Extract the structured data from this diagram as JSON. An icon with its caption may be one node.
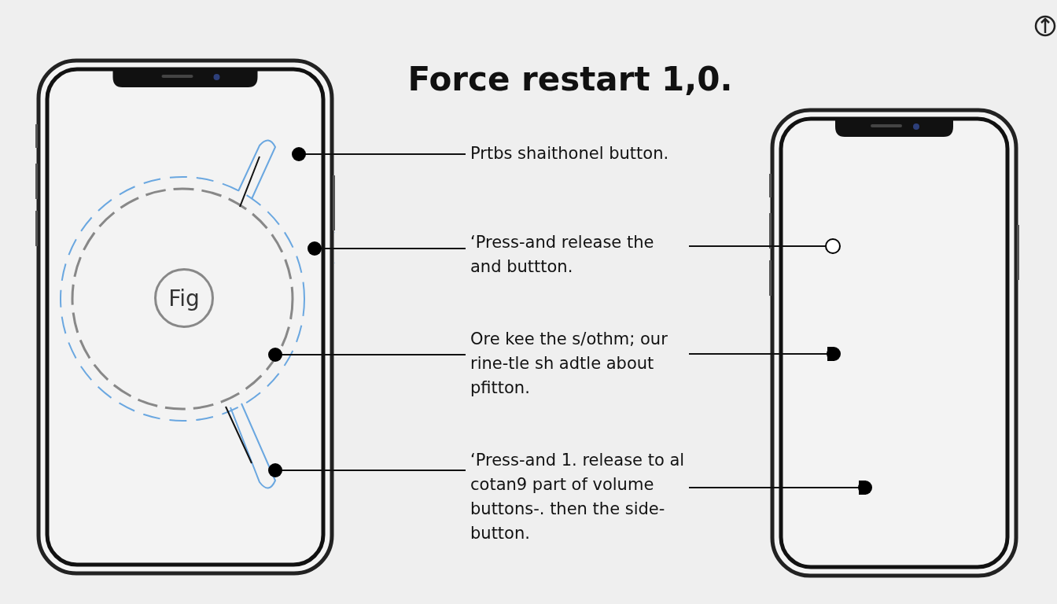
{
  "diagram": {
    "title": "Force restart 1,0.",
    "nodes": [
      {
        "text": [],
        "shape": "picture"
      },
      {
        "text": [
          "Fig"
        ],
        "in": 0
      },
      {
        "text": [],
        "shape": "picture"
      },
      {
        "text": [
          "Prtbs shaithonel button."
        ]
      },
      {
        "text": [
          "‘Press-and release the and buttton."
        ]
      },
      {
        "text": [
          "Ore kee the s/othm; our rine-tle sh adtle about pfitton."
        ]
      },
      {
        "text": [
          "‘Press-and 1. release to al cotan9 part of volume buttons-. then the side-button."
        ]
      }
    ],
    "edges": [
      {
        "from": 3,
        "to": 0,
        "arrow": "other"
      },
      {
        "from": 4,
        "to": 0,
        "arrow": "other"
      },
      {
        "from": 4,
        "to": 2,
        "arrow": "other"
      },
      {
        "from": 5,
        "to": 0,
        "arrow": "other"
      },
      {
        "from": 5,
        "to": 2,
        "arrow": "other"
      },
      {
        "from": 6,
        "to": 0,
        "arrow": "other"
      },
      {
        "from": 6,
        "to": 2,
        "arrow": "other"
      }
    ]
  }
}
